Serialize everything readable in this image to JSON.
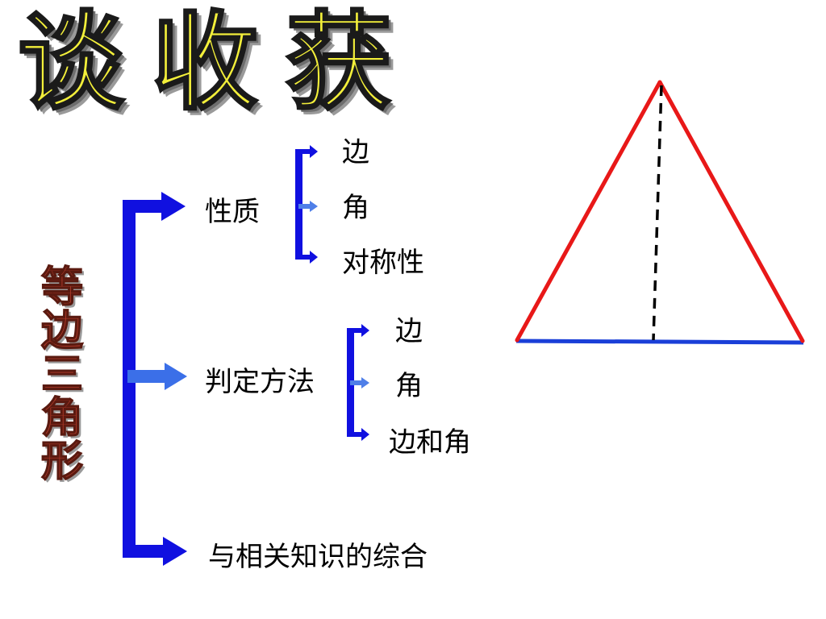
{
  "title": "谈收获",
  "topic": [
    "等",
    "边",
    "三",
    "角",
    "形"
  ],
  "branches": {
    "properties": {
      "label": "性质",
      "items": [
        "边",
        "角",
        "对称性"
      ]
    },
    "criteria": {
      "label": "判定方法",
      "items": [
        "边",
        "角",
        "边和角"
      ]
    },
    "synthesis": {
      "label": "与相关知识的综合"
    }
  },
  "colors": {
    "bracket": "#1010e0",
    "triangle_sides": "#e81818",
    "triangle_base": "#1a3fd8",
    "altitude": "#000000",
    "title_fill": "#f3ef3a",
    "topic_fill": "#b03a2a"
  }
}
